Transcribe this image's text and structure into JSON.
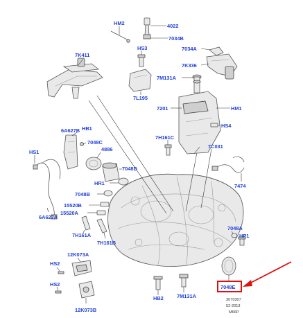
{
  "accent_color": "#1f3fd8",
  "highlight_color": "#e01010",
  "callouts": [
    {
      "id": "hm2",
      "text": "HM2"
    },
    {
      "id": "4022",
      "text": "4022"
    },
    {
      "id": "7034b",
      "text": "7034B"
    },
    {
      "id": "7k411",
      "text": "7K411"
    },
    {
      "id": "hs3",
      "text": "HS3"
    },
    {
      "id": "7034a",
      "text": "7034A"
    },
    {
      "id": "7k336",
      "text": "7K336"
    },
    {
      "id": "7m131a-top",
      "text": "7M131A"
    },
    {
      "id": "7l195",
      "text": "7L195"
    },
    {
      "id": "7201",
      "text": "7201"
    },
    {
      "id": "hm1",
      "text": "HM1"
    },
    {
      "id": "hs4",
      "text": "HS4"
    },
    {
      "id": "hb1",
      "text": "HB1"
    },
    {
      "id": "6a627b",
      "text": "6A627B"
    },
    {
      "id": "7048c",
      "text": "7048C"
    },
    {
      "id": "4886",
      "text": "4886"
    },
    {
      "id": "7h161c",
      "text": "7H161C"
    },
    {
      "id": "7c031",
      "text": "7C031"
    },
    {
      "id": "hs1",
      "text": "HS1"
    },
    {
      "id": "7048d",
      "text": "7048D"
    },
    {
      "id": "hr1",
      "text": "HR1"
    },
    {
      "id": "7474",
      "text": "7474"
    },
    {
      "id": "7048b",
      "text": "7048B"
    },
    {
      "id": "15520b",
      "text": "15520B"
    },
    {
      "id": "15520a",
      "text": "15520A"
    },
    {
      "id": "6a627a",
      "text": "6A627A"
    },
    {
      "id": "7h161a",
      "text": "7H161A"
    },
    {
      "id": "7h161b",
      "text": "7H161B"
    },
    {
      "id": "7048a",
      "text": "7048A"
    },
    {
      "id": "hp1",
      "text": "HP1"
    },
    {
      "id": "12k073a",
      "text": "12K073A"
    },
    {
      "id": "hs2-top",
      "text": "HS2"
    },
    {
      "id": "hs2-bottom",
      "text": "HS2"
    },
    {
      "id": "12k073b",
      "text": "12K073B"
    },
    {
      "id": "hb2",
      "text": "HB2"
    },
    {
      "id": "7m131a-bottom",
      "text": "7M131A"
    },
    {
      "id": "7048e",
      "text": "7048E"
    }
  ],
  "reference": {
    "line1": "3070307",
    "line2": "52-2013",
    "line3": "M66P"
  }
}
